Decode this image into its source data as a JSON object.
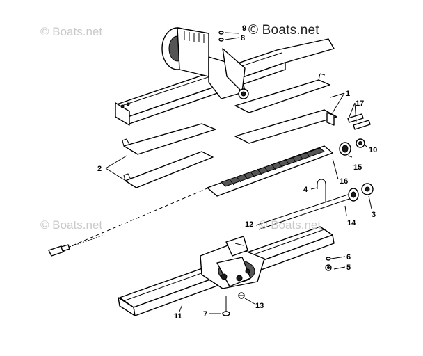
{
  "watermark": {
    "main": "© Boats.net",
    "faint_1": "© Boats.net",
    "faint_2": "© Boats.net",
    "faint_3": "© Boats.net"
  },
  "callouts": {
    "c1": "1",
    "c2": "2",
    "c3": "3",
    "c4": "4",
    "c5": "5",
    "c6": "6",
    "c7": "7",
    "c8": "8",
    "c9": "9",
    "c10": "10",
    "c11": "11",
    "c12": "12",
    "c13": "13",
    "c14": "14",
    "c15": "15",
    "c16": "16",
    "c17": "17"
  }
}
